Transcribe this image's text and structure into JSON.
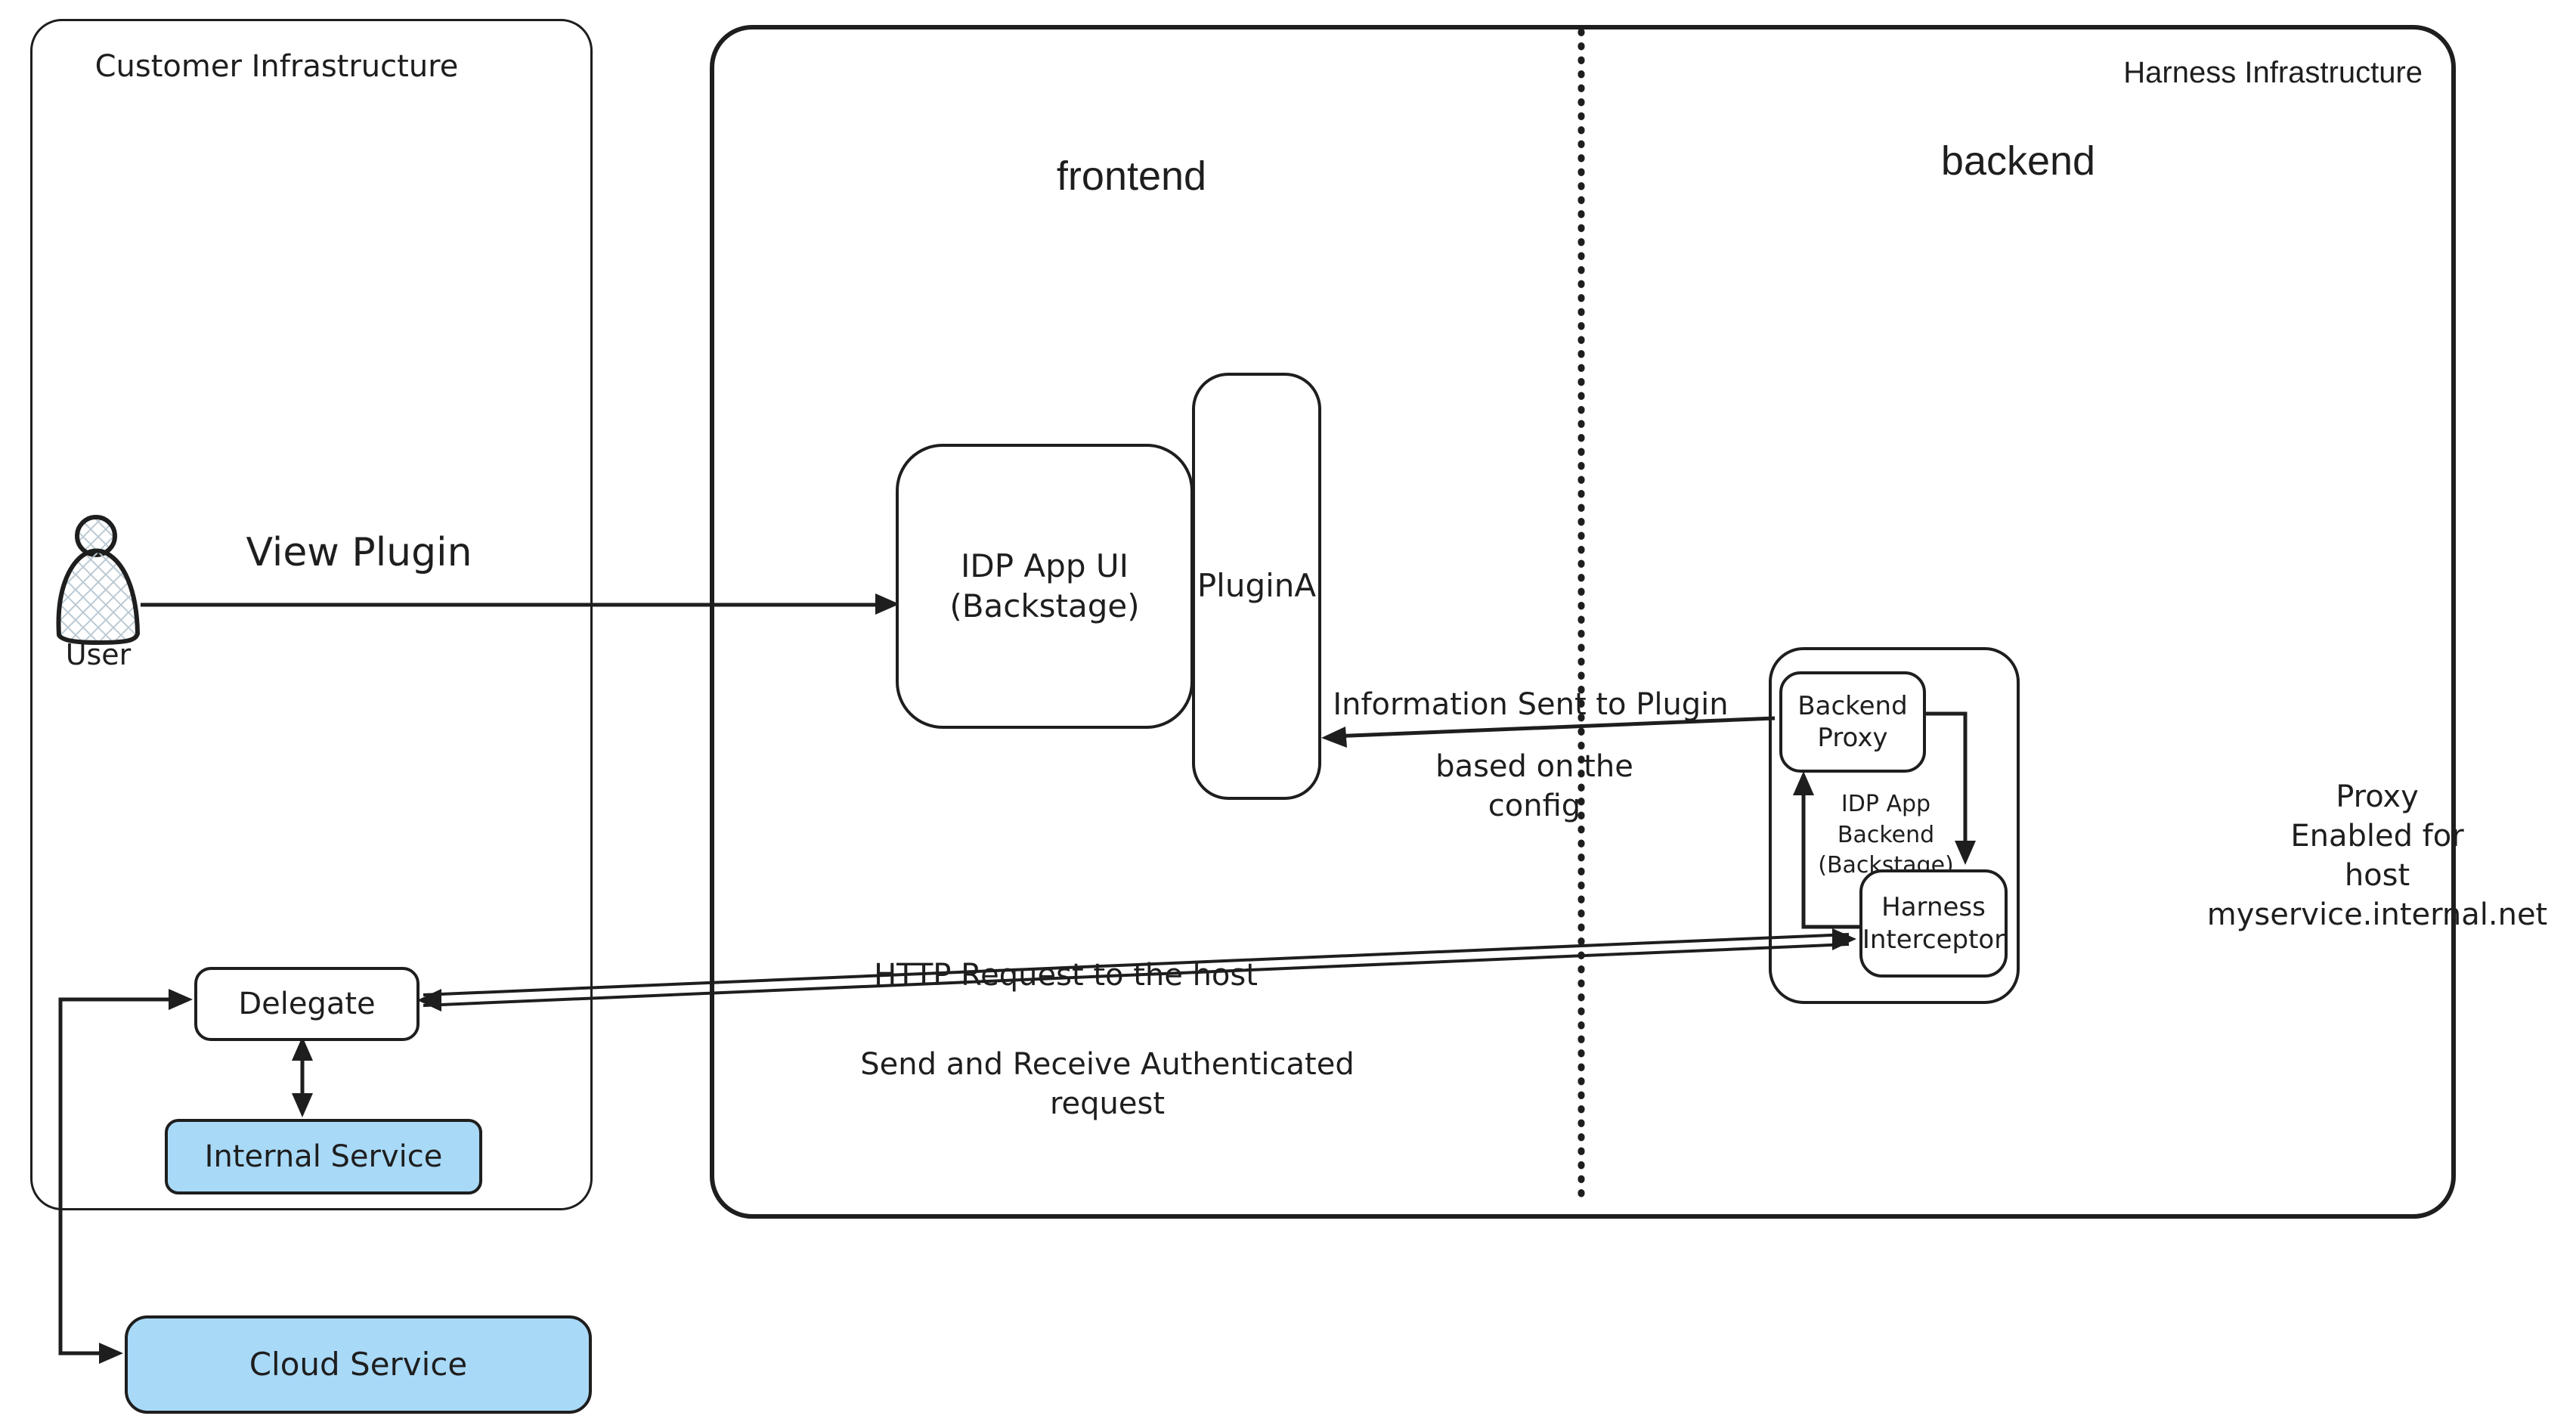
{
  "diagram": {
    "regions": {
      "customer": {
        "title": "Customer Infrastructure"
      },
      "harness": {
        "title": "Harness Infrastructure",
        "frontend_label": "frontend",
        "backend_label": "backend"
      }
    },
    "nodes": {
      "user": {
        "label": "User"
      },
      "idp_app_ui": {
        "label": "IDP App UI\n(Backstage)"
      },
      "plugin_a": {
        "label": "PluginA"
      },
      "idp_app_backend": {
        "label": "IDP App Backend\n(Backstage)"
      },
      "backend_proxy": {
        "label": "Backend Proxy"
      },
      "harness_interceptor": {
        "label": "Harness\nInterceptor"
      },
      "delegate": {
        "label": "Delegate"
      },
      "internal_service": {
        "label": "Internal Service"
      },
      "cloud_service": {
        "label": "Cloud Service"
      }
    },
    "annotations": {
      "view_plugin": "View Plugin",
      "info_sent_1": "Information Sent to Plugin",
      "info_sent_2": "based on the config",
      "http_request": "HTTP Request to the host",
      "send_receive": "Send and Receive Authenticated\nrequest",
      "proxy_enabled": "Proxy\nEnabled for\nhost myservice.internal.net"
    },
    "colors": {
      "stroke": "#1e1e1e",
      "service_fill": "#a8d9f7",
      "hatch": "#bccad4",
      "canvas": "#ffffff"
    }
  }
}
